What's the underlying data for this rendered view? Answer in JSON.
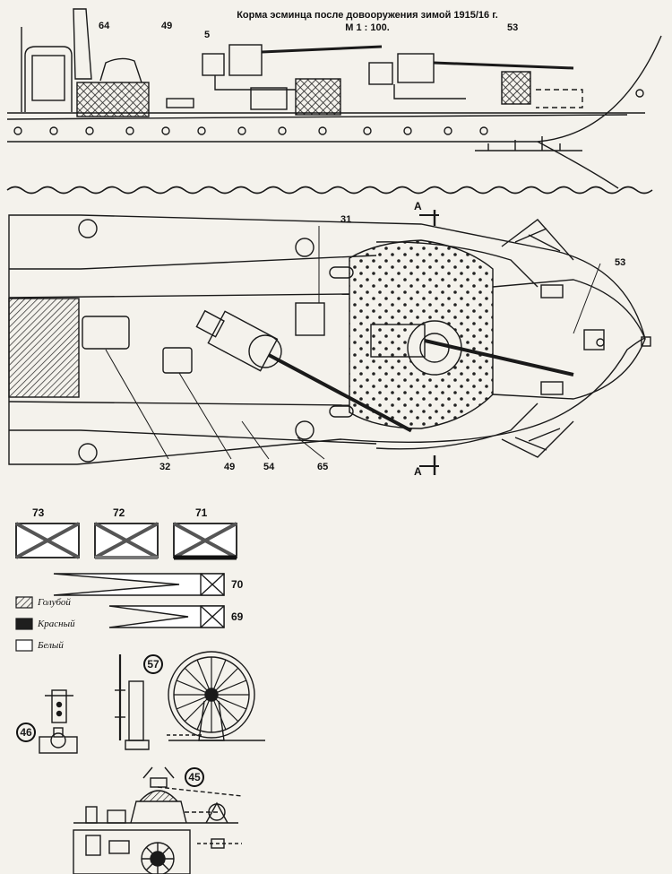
{
  "title": {
    "line1": "Корма эсминца после довооружения зимой 1915/16 г.",
    "line2": "М 1 : 100."
  },
  "side_view_labels": [
    "64",
    "49",
    "5",
    "53"
  ],
  "plan_view_labels": {
    "top": [
      "31",
      "53"
    ],
    "bottom": [
      "32",
      "49",
      "54",
      "65"
    ],
    "section": "А"
  },
  "flags": [
    "73",
    "72",
    "71"
  ],
  "pennants": [
    "70",
    "69"
  ],
  "legend": [
    {
      "label": "Голубой",
      "color": "#8a8a8a"
    },
    {
      "label": "Красный",
      "color": "#1e1e1e"
    },
    {
      "label": "Белый",
      "color": "#ffffff"
    }
  ],
  "details": [
    "57",
    "46",
    "45"
  ]
}
